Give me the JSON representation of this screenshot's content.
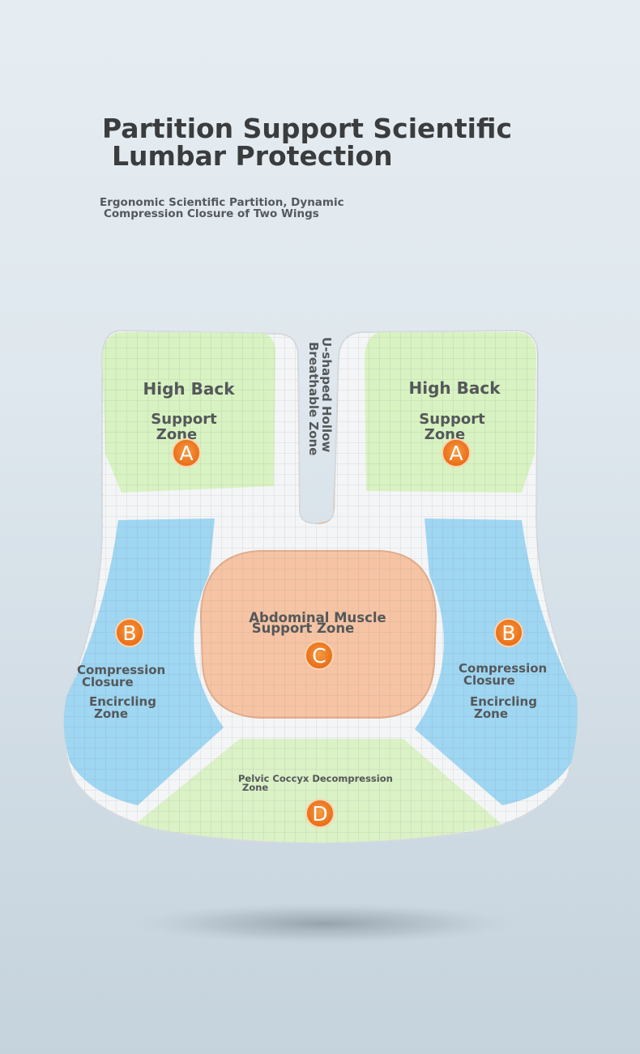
{
  "header": {
    "title_line1": "Partition Support Scientific",
    "title_line2": "Lumbar Protection",
    "subtitle_line1": "Ergonomic Scientific Partition, Dynamic",
    "subtitle_line2": "Compression Closure of Two Wings"
  },
  "zones": {
    "a_left": {
      "line1": "High Back",
      "line2": "Support",
      "line3": "Zone",
      "badge": "A"
    },
    "a_right": {
      "line1": "High Back",
      "line2": "Support",
      "line3": "Zone",
      "badge": "A"
    },
    "hollow": {
      "line1": "U-shaped Hollow",
      "line2": "Breathable Zone"
    },
    "b_left": {
      "line1": "Compression",
      "line2": "Closure",
      "line3": "Encircling",
      "line4": "Zone",
      "badge": "B"
    },
    "b_right": {
      "line1": "Compression",
      "line2": "Closure",
      "line3": "Encircling",
      "line4": "Zone",
      "badge": "B"
    },
    "c": {
      "line1": "Abdominal Muscle",
      "line2": "Support Zone",
      "badge": "C"
    },
    "d": {
      "line1": "Pelvic Coccyx Decompression",
      "line2": "Zone",
      "badge": "D"
    }
  },
  "colors": {
    "zone_a_green": "#d8f2c2",
    "zone_b_blue": "#9fd6f2",
    "zone_c_peach": "#f6c4a4",
    "zone_d_green": "#dbf1c6",
    "badge_orange": "#ef7a24",
    "cushion_white": "#f4f5f6"
  }
}
